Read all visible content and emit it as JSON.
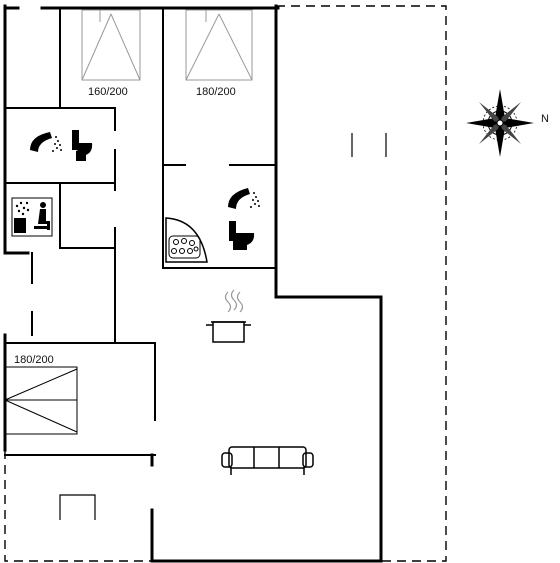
{
  "rooms": {
    "bedroom_1": {
      "bed_size": "160/200"
    },
    "bedroom_2": {
      "bed_size": "180/200"
    },
    "bedroom_3": {
      "bed_size": "180/200"
    }
  },
  "compass": {
    "north_label": "N"
  },
  "icons": {
    "shower_1": "shower-icon",
    "toilet_1": "toilet-icon",
    "sauna": "sauna-icon",
    "shower_2": "shower-icon",
    "toilet_2": "toilet-icon",
    "whirlpool": "whirlpool-icon",
    "kitchen": "cooking-pot-icon",
    "sofa": "sofa-icon",
    "compass": "compass-rose-icon"
  },
  "colors": {
    "wall": "#000000",
    "background": "#ffffff",
    "furniture": "#999999"
  }
}
